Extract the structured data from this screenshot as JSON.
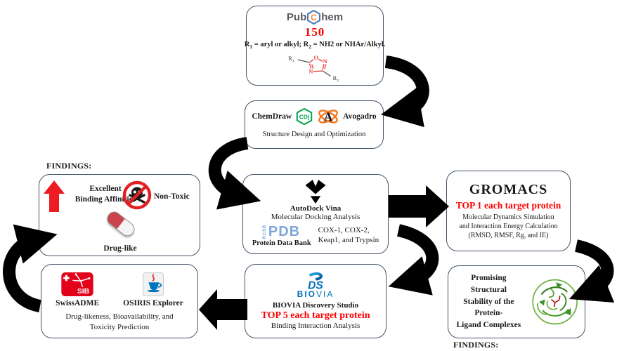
{
  "diagram": {
    "pubchem": {
      "pub": "Pub",
      "c": "C",
      "hem": "hem",
      "count": "150",
      "subs_a": "R",
      "subs_a_sub": "1",
      "subs_b": " = aryl or alkyl;  R",
      "subs_b_sub": "2",
      "subs_c": " = NH2 or NHAr/Alkyl.",
      "r_label": "R",
      "r1_sub": "1",
      "r2_sub": "2",
      "atom_o": "O",
      "atom_n_right": "N",
      "atom_n_left": "N"
    },
    "design": {
      "chemdraw": "ChemDraw",
      "cd_glyph": "CD|",
      "avogadro": "Avogadro",
      "avogadro_a": "A",
      "caption": "Structure Design and Optimization"
    },
    "docking": {
      "tool": "AutoDock Vina",
      "caption": "Molecular Docking Analysis",
      "rcsb": "RCSB",
      "pdb": "PDB",
      "pdb_name": "Protein Data Bank",
      "targets_l1": "COX-1, COX-2,",
      "targets_l2": "Keap1, and Trypsin"
    },
    "md": {
      "tool": "GROMACS",
      "highlight": "TOP 1 each target protein",
      "lines": [
        "Molecular Dynamics Simulation",
        "and Interaction  Energy Calculation",
        "(RMSD, RMSF, Rg, and IE)"
      ]
    },
    "stability": {
      "lines": [
        "Promising Structural",
        "Stability of the Protein-",
        "Ligand Complexes"
      ],
      "findings_label": "FINDINGS:"
    },
    "interaction": {
      "ds_glyph": "DS",
      "bio": "BIO",
      "via": "VIA",
      "tool": "BIOVIA Discovery Studio",
      "highlight": "TOP 5 each target protein",
      "caption": "Binding Interaction Analysis"
    },
    "admet": {
      "sib": "SIB",
      "swissadme": "SwissADME",
      "osiris": "OSIRIS Explorer",
      "caption_l1": "Drug-likeness, Bioavailability,  and",
      "caption_l2": "Toxicity  Prediction"
    },
    "findings": {
      "label": "FINDINGS:",
      "affinity_l1": "Excellent",
      "affinity_l2": "Binding Affinities",
      "nontoxic": "Non-Toxic",
      "druglike": "Drug-like"
    }
  },
  "icons": {
    "pubchem-hexagon-icon": "blue hexagon with orange C",
    "chemdraw-hexagon-icon": "green hexagon CD|",
    "avogadro-atom-icon": "orange atom orbits with black A",
    "autodock-vina-icon": "black diamond V glyph",
    "rcsb-pdb-logo": "light blue PDB wordmark",
    "biovia-3ds-logo-icon": "blue 3DS swoosh",
    "sib-logo-icon": "red SIB square",
    "java-cup-icon": "java coffee cup",
    "up-arrow-icon": "red up arrow",
    "non-toxic-icon": "skull crossbones in red prohibition circle",
    "capsule-icon": "red and white pill capsule",
    "protein-structure-image": "green protein ribbon with red ligand",
    "flow-arrow": "thick black curved arrow"
  },
  "colors": {
    "border": "#44546a",
    "accent_red": "#ff0000",
    "pubchem_gray": "#58595b",
    "hexagon_blue": "#4a76b8",
    "c_orange": "#f68b1f",
    "chemdraw_green": "#00a651",
    "avogadro_orange": "#f47920",
    "pdb_blue": "#7da7d8",
    "biovia_blue": "#0070ba",
    "sib_red": "#e2001a",
    "arrow_red": "#ed1c24",
    "protein_green": "#4aa02c",
    "arrow_black": "#000000"
  }
}
